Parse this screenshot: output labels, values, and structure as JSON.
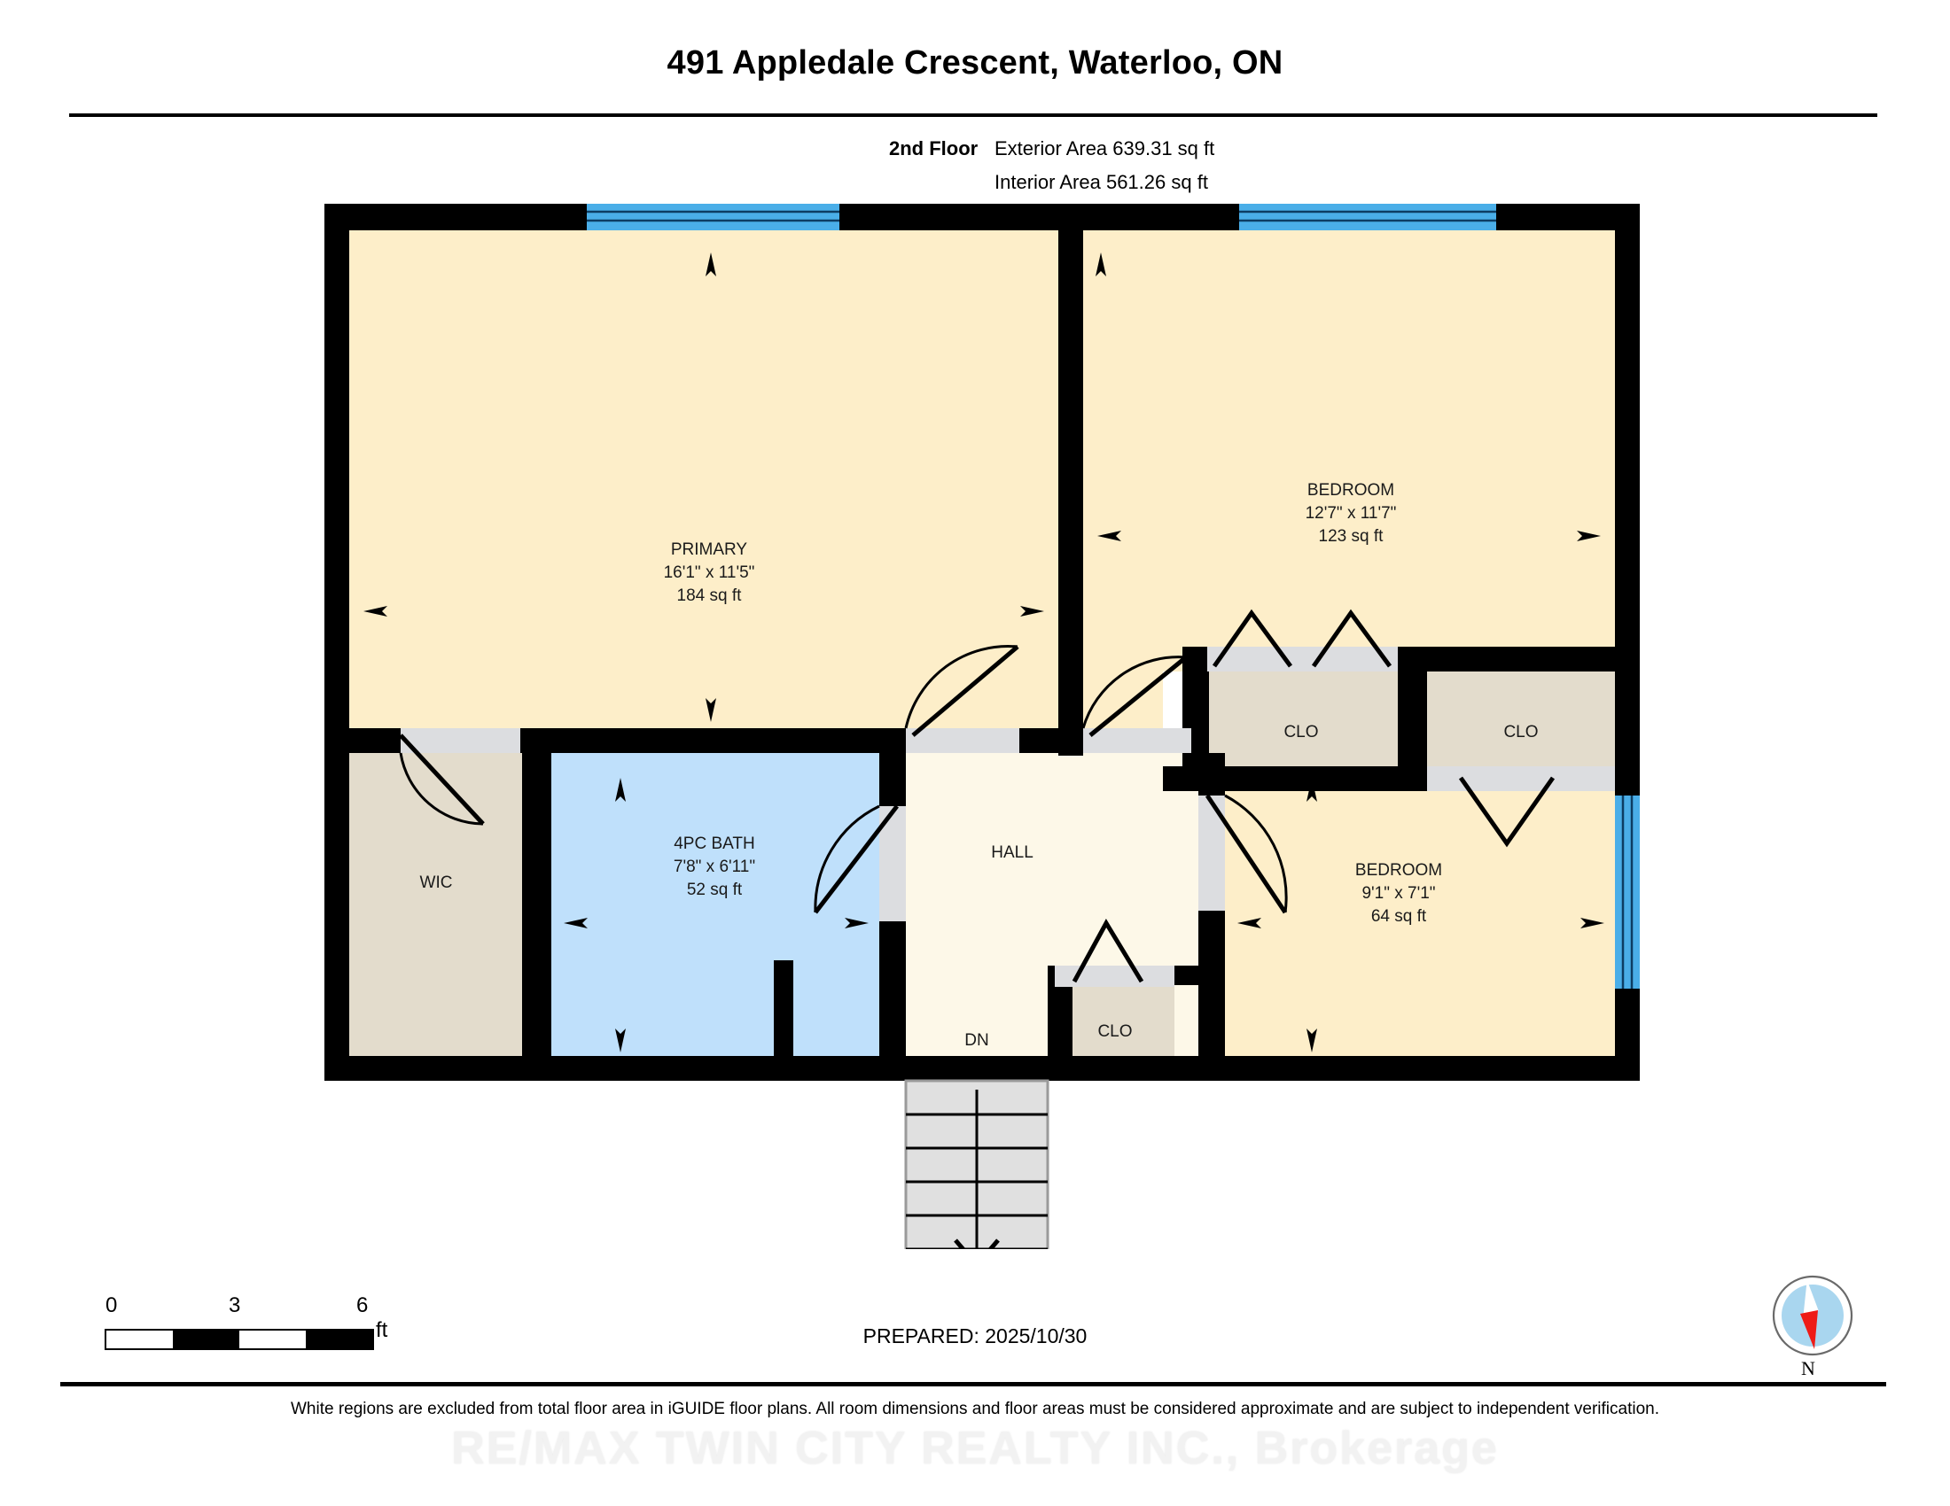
{
  "header": {
    "title": "491 Appledale Crescent, Waterloo, ON",
    "floor_label": "2nd Floor",
    "exterior_area": "Exterior Area 639.31 sq ft",
    "interior_area": "Interior Area 561.26 sq ft"
  },
  "rooms": [
    {
      "key": "primary",
      "name": "PRIMARY",
      "dimensions": "16'1\" x 11'5\"",
      "area": "184 sq ft",
      "fill": "#fdeec9"
    },
    {
      "key": "bedroom_large",
      "name": "BEDROOM",
      "dimensions": "12'7\" x 11'7\"",
      "area": "123 sq ft",
      "fill": "#fdeec9"
    },
    {
      "key": "bedroom_small",
      "name": "BEDROOM",
      "dimensions": "9'1\" x 7'1\"",
      "area": "64 sq ft",
      "fill": "#fdeec9"
    },
    {
      "key": "bath",
      "name": "4PC BATH",
      "dimensions": "7'8\" x 6'11\"",
      "area": "52 sq ft",
      "fill": "#bfe0fb"
    },
    {
      "key": "hall",
      "name": "HALL",
      "dimensions": "",
      "area": "",
      "fill": "#fdf8e8"
    },
    {
      "key": "wic",
      "name": "WIC",
      "dimensions": "",
      "area": "",
      "fill": "#e3dccc"
    },
    {
      "key": "closet_1",
      "name": "CLO",
      "dimensions": "",
      "area": "",
      "fill": "#e3dccc"
    },
    {
      "key": "closet_2",
      "name": "CLO",
      "dimensions": "",
      "area": "",
      "fill": "#e3dccc"
    },
    {
      "key": "closet_3",
      "name": "CLO",
      "dimensions": "",
      "area": "",
      "fill": "#e3dccc"
    }
  ],
  "stairs": {
    "label": "DN",
    "treads": 6
  },
  "scale": {
    "zero": "0",
    "mid": "3",
    "max": "6",
    "unit": "ft"
  },
  "footer": {
    "prepared": "PREPARED: 2025/10/30",
    "disclaimer": "White regions are excluded from total floor area in iGUIDE floor plans. All room dimensions and floor areas must be considered approximate and are subject to independent verification.",
    "watermark": "RE/MAX TWIN CITY REALTY INC., Brokerage",
    "compass_label": "N"
  },
  "colors": {
    "wall": "#000000",
    "room_beige": "#fdeec9",
    "room_blue": "#bfe0fb",
    "closet": "#e3dccc",
    "hall": "#fdf8e8",
    "window": "#4aaee8",
    "door_pad": "#dcdde0",
    "stair": "#e0e0e0",
    "compass_disc": "#a9d6ef",
    "compass_needle": "#ee1b17"
  }
}
